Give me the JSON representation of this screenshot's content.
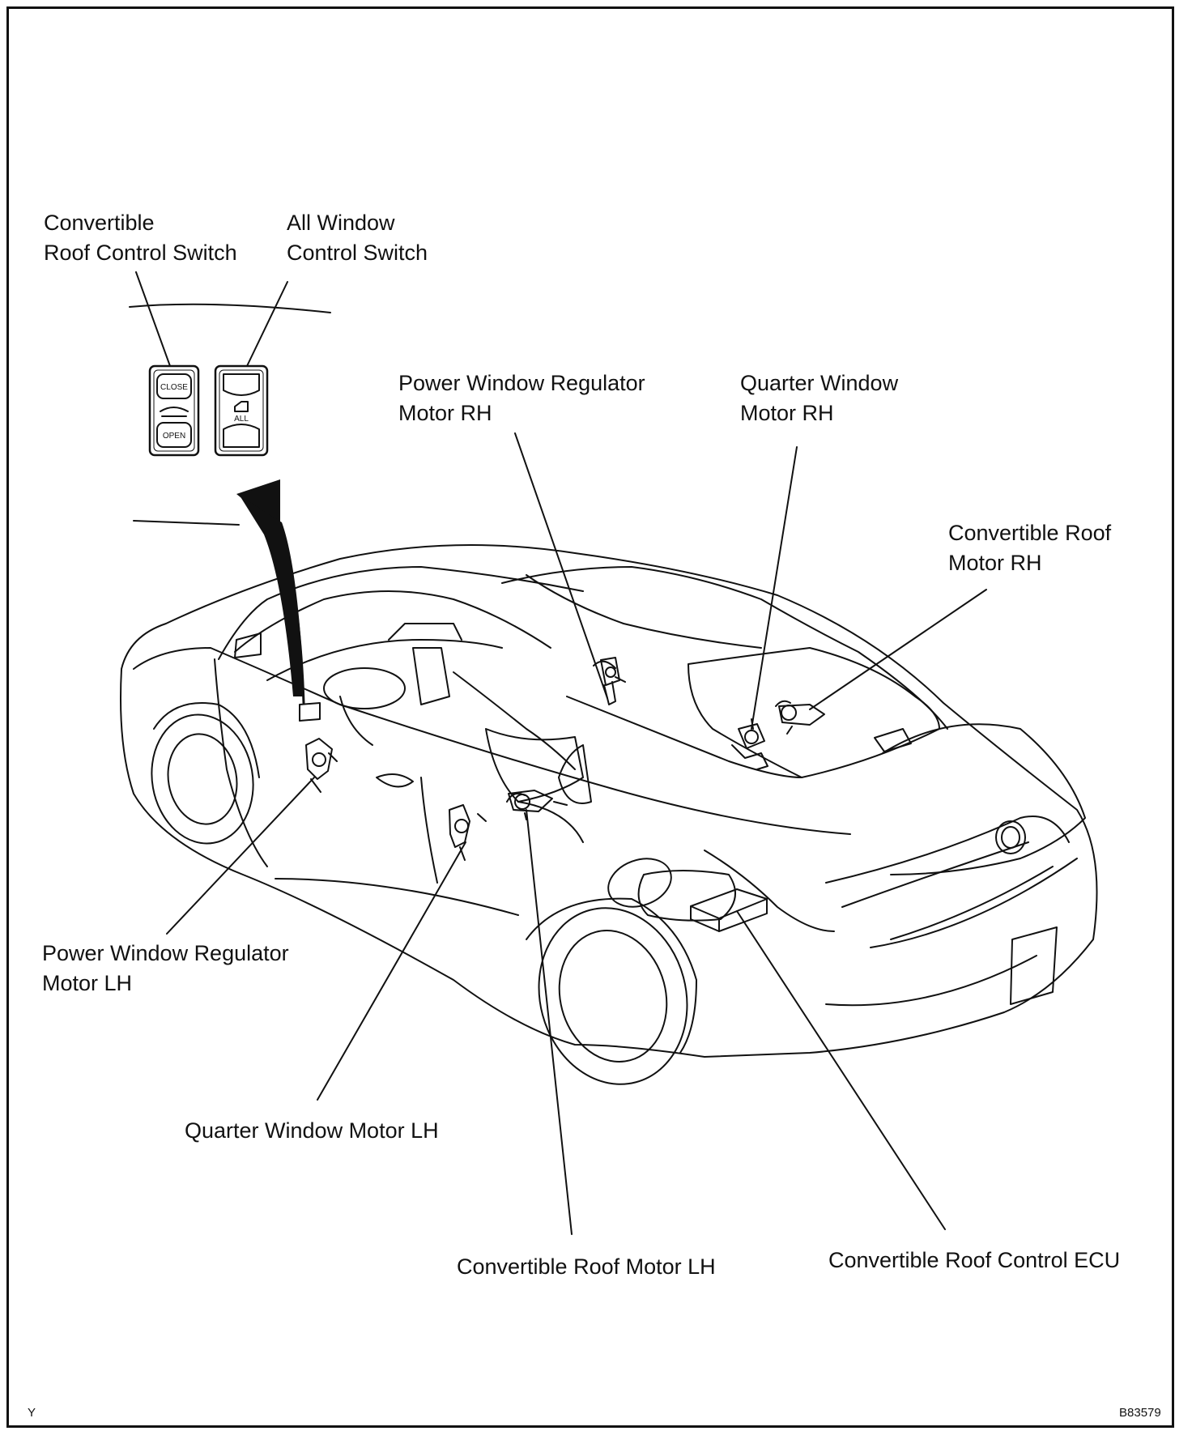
{
  "labels": {
    "roof_switch": "Convertible\nRoof Control Switch",
    "all_window_switch": "All Window\nControl Switch",
    "pw_motor_rh": "Power Window Regulator\nMotor RH",
    "quarter_rh": "Quarter Window\nMotor RH",
    "roof_motor_rh": "Convertible Roof\nMotor RH",
    "pw_motor_lh": "Power Window Regulator\nMotor LH",
    "quarter_lh": "Quarter Window Motor LH",
    "roof_motor_lh": "Convertible Roof Motor LH",
    "roof_ecu": "Convertible Roof Control ECU"
  },
  "switch_panel": {
    "close": "CLOSE",
    "open": "OPEN",
    "all": "ALL"
  },
  "corner_left": "Y",
  "corner_right": "B83579"
}
